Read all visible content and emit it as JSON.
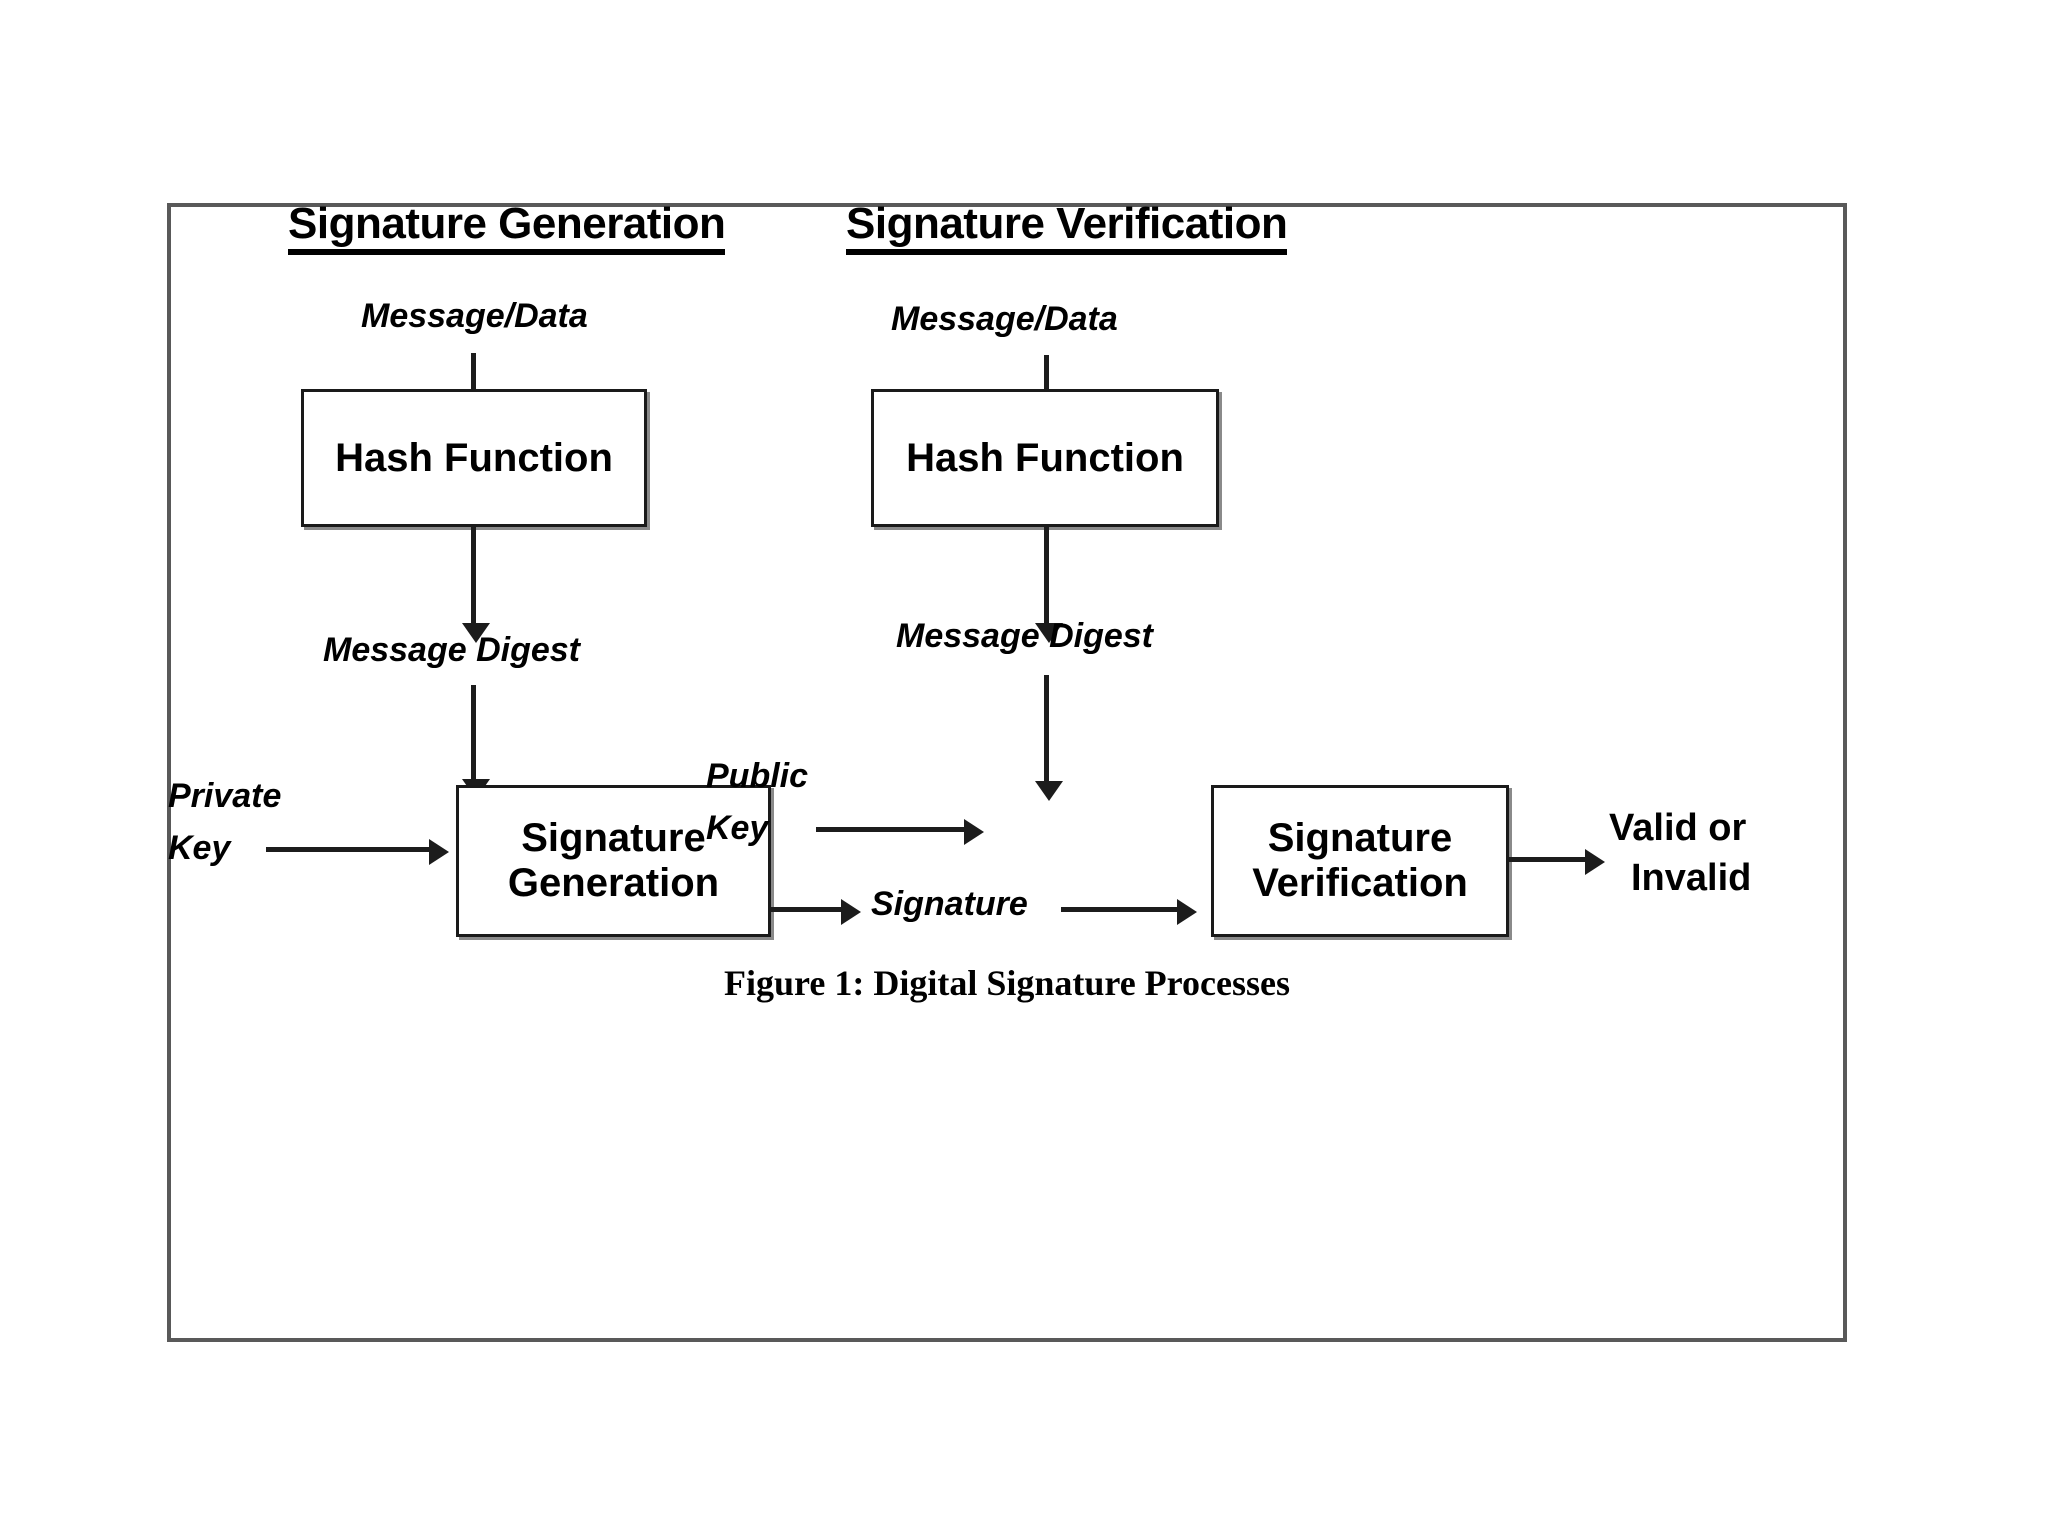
{
  "figure": {
    "caption": "Figure 1: Digital Signature Processes",
    "frame_color": "#595959",
    "background": "#ffffff",
    "ink_color": "#000000"
  },
  "columns": [
    {
      "id": "generation",
      "title": "Signature Generation",
      "input_label": "Message/Data",
      "hash_box_label": "Hash Function",
      "digest_label": "Message Digest",
      "key_label_line1": "Private",
      "key_label_line2": "Key",
      "process_box_line1": "Signature",
      "process_box_line2": "Generation",
      "output_label": "Signature"
    },
    {
      "id": "verification",
      "title": "Signature Verification",
      "input_label": "Message/Data",
      "hash_box_label": "Hash Function",
      "digest_label": "Message Digest",
      "key_label_line1": "Public",
      "key_label_line2": "Key",
      "process_box_line1": "Signature",
      "process_box_line2": "Verification",
      "output_label_line1": "Valid or",
      "output_label_line2": "Invalid"
    }
  ],
  "shared": {
    "signature_transfer_label": "Signature"
  }
}
